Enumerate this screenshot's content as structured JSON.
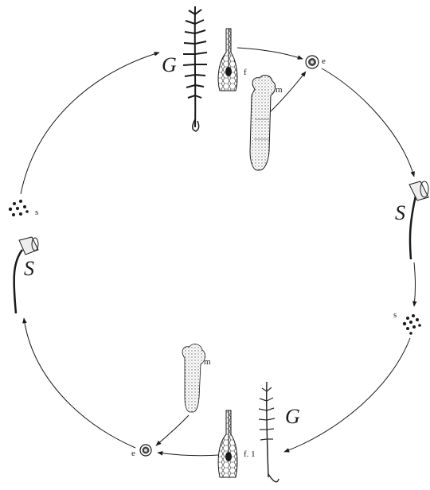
{
  "labels": {
    "gametophyte_top": "G",
    "gametophyte_bottom": "G",
    "sporophyte_right": "S",
    "sporophyte_left": "S",
    "female_top": "f",
    "female_bottom": "f. 1",
    "male_top": "m",
    "male_bottom": "m",
    "egg_top": "e",
    "egg_bottom": "e",
    "spores_left": "s",
    "spores_right": "s"
  },
  "colors": {
    "ink": "#1a1a1a",
    "paper": "#ffffff"
  }
}
